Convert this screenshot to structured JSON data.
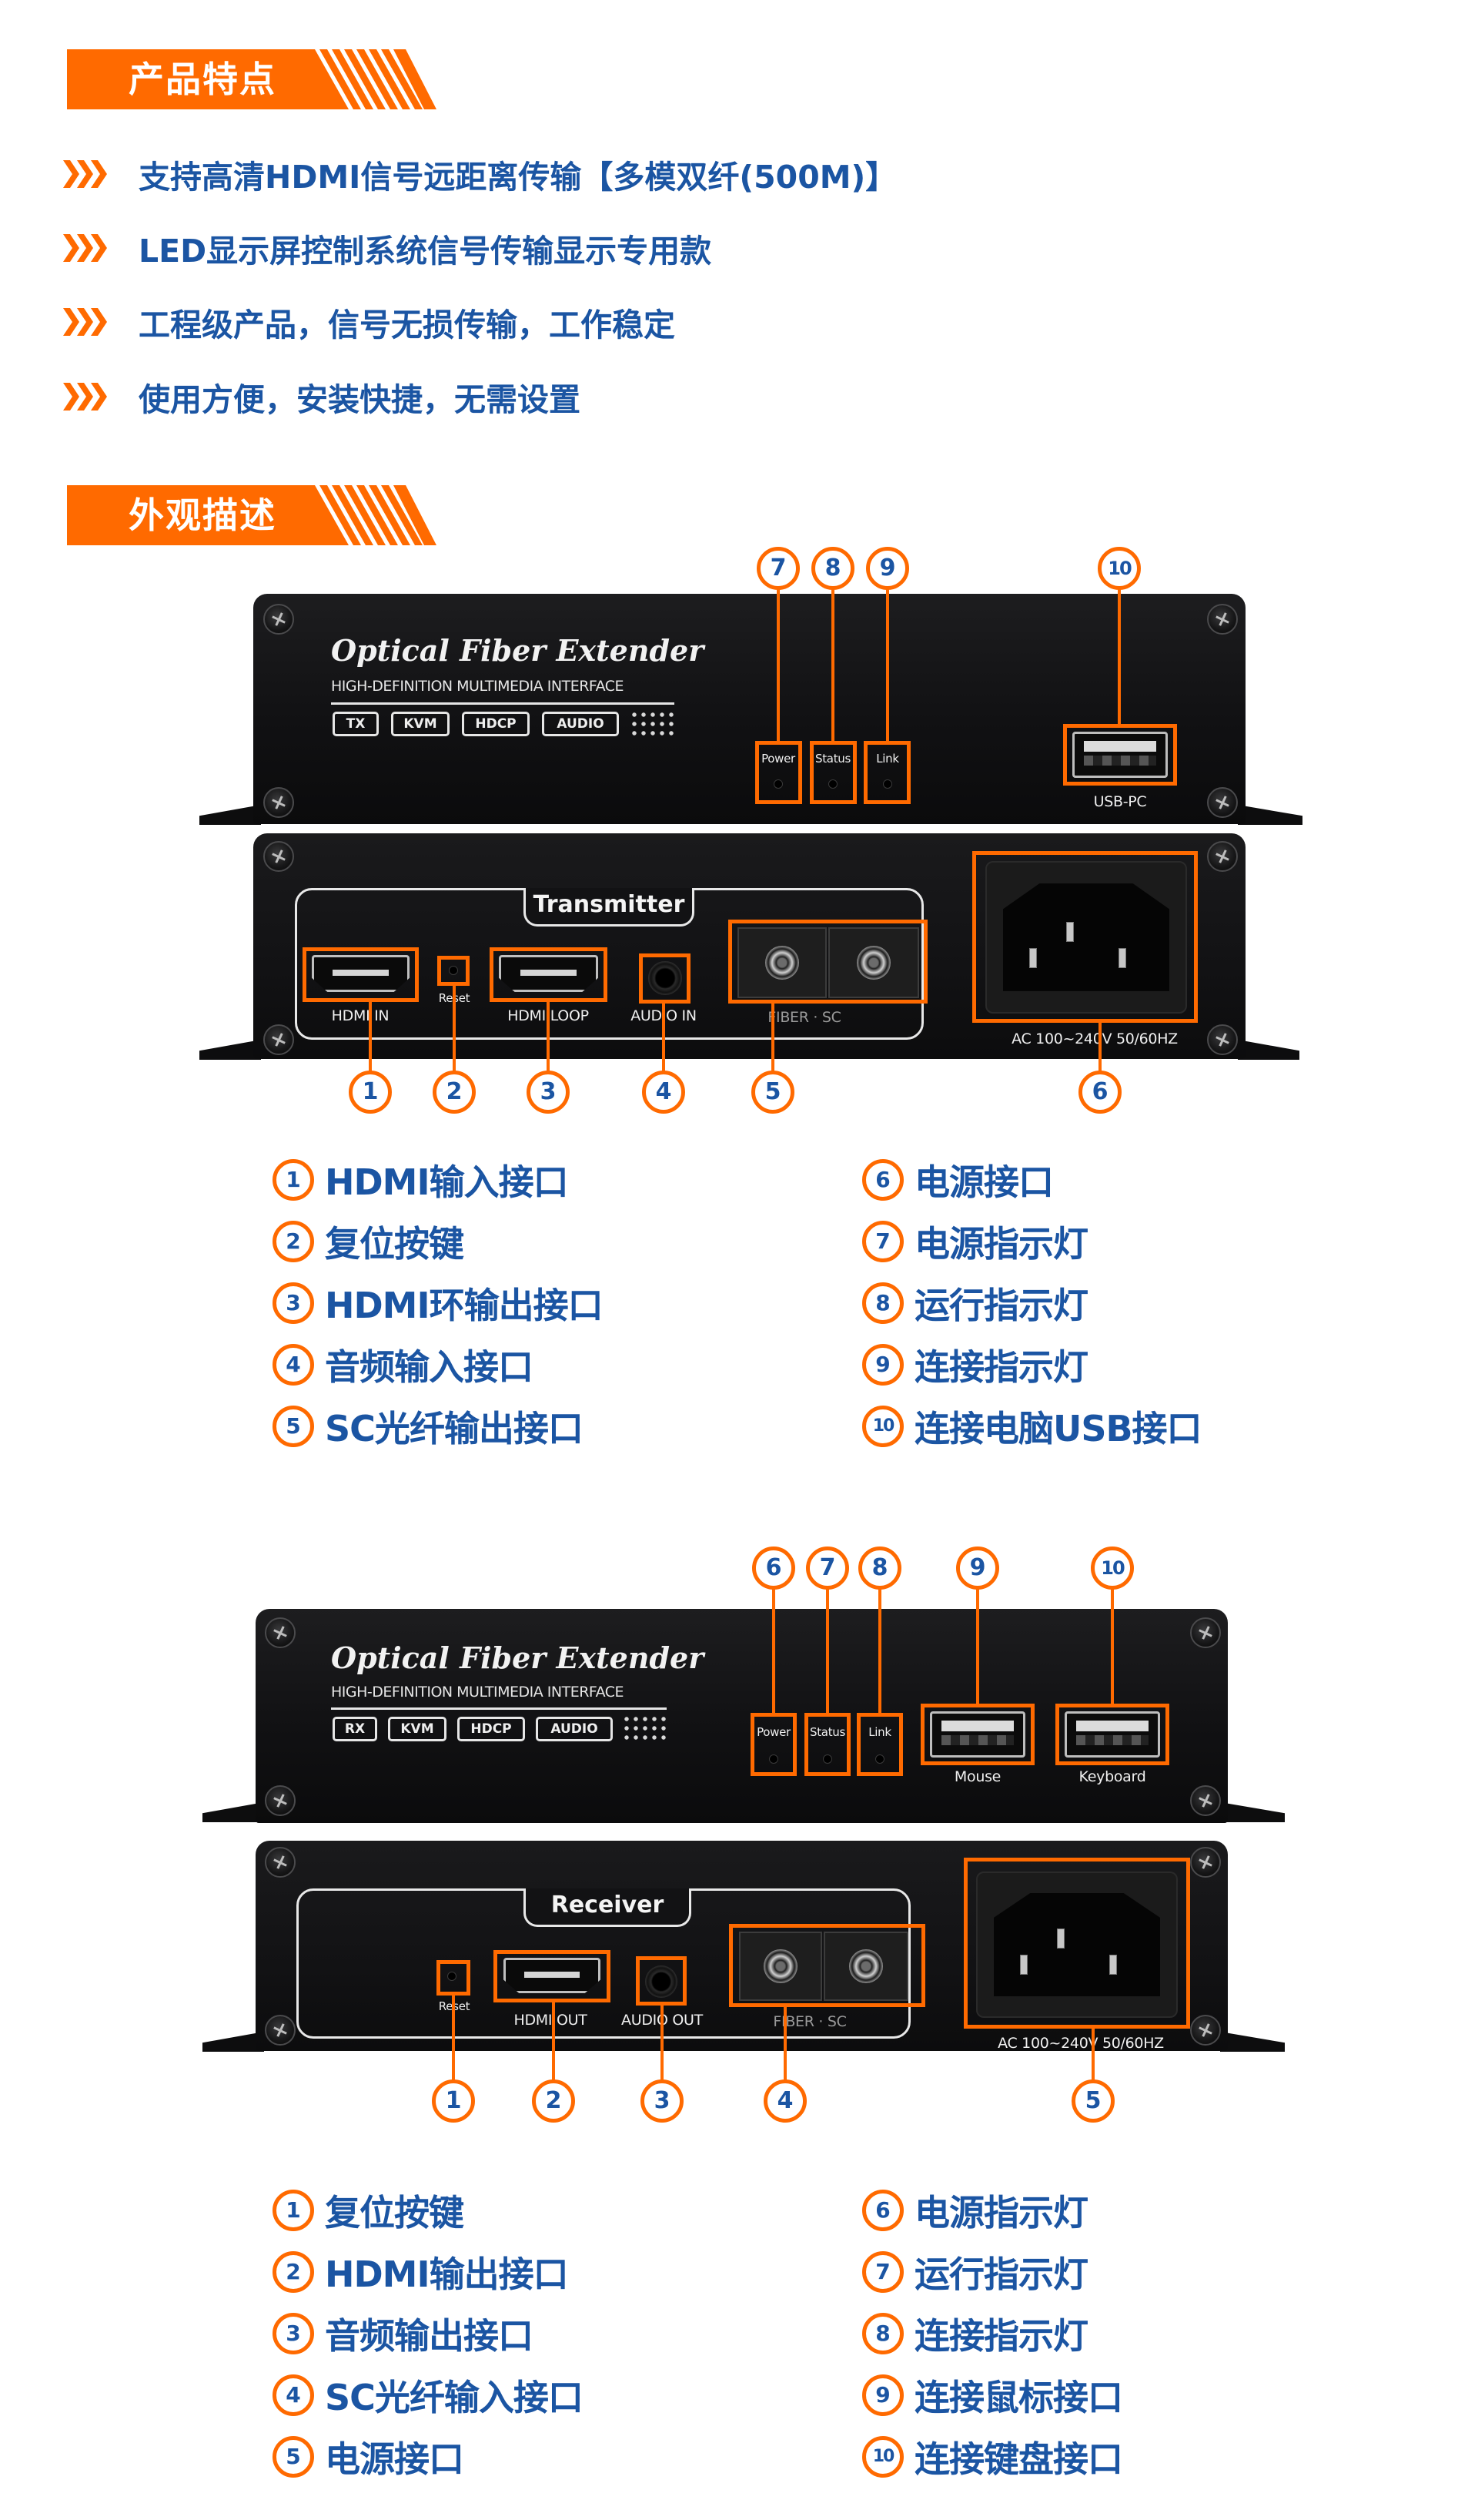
{
  "colors": {
    "accent": "#ff6a00",
    "text_blue": "#1b55a3",
    "panel": "#111113"
  },
  "sections": {
    "features_title": "产品特点",
    "appearance_title": "外观描述"
  },
  "features": [
    "支持高清HDMI信号远距离传输【多模双纤(500M)】",
    "LED显示屏控制系统信号传输显示专用款",
    "工程级产品，信号无损传输，工作稳定",
    "使用方便，安装快捷，无需设置"
  ],
  "bullet_icon": "triple-chevron-right-icon",
  "transmitter": {
    "front": {
      "brand": "Optical Fiber Extender",
      "subtitle": "HIGH-DEFINITION MULTIMEDIA INTERFACE",
      "tags": [
        "TX",
        "KVM",
        "HDCP",
        "AUDIO"
      ],
      "leds": [
        "Power",
        "Status",
        "Link"
      ],
      "usb_label": "USB-PC",
      "callouts": [
        "7",
        "8",
        "9",
        "10"
      ]
    },
    "rear": {
      "panel_title": "Transmitter",
      "ports": [
        "HDMI IN",
        "Reset",
        "HDMI LOOP",
        "AUDIO IN",
        "FIBER · SC"
      ],
      "power_label": "AC 100~240V 50/60HZ",
      "callouts": [
        "1",
        "2",
        "3",
        "4",
        "5",
        "6"
      ]
    },
    "legend": [
      {
        "num": "1",
        "text": "HDMI输入接口"
      },
      {
        "num": "2",
        "text": "复位按键"
      },
      {
        "num": "3",
        "text": "HDMI环输出接口"
      },
      {
        "num": "4",
        "text": "音频输入接口"
      },
      {
        "num": "5",
        "text": "SC光纤输出接口"
      },
      {
        "num": "6",
        "text": "电源接口"
      },
      {
        "num": "7",
        "text": "电源指示灯"
      },
      {
        "num": "8",
        "text": "运行指示灯"
      },
      {
        "num": "9",
        "text": "连接指示灯"
      },
      {
        "num": "10",
        "text": "连接电脑USB接口"
      }
    ]
  },
  "receiver": {
    "front": {
      "brand": "Optical Fiber Extender",
      "subtitle": "HIGH-DEFINITION MULTIMEDIA INTERFACE",
      "tags": [
        "RX",
        "KVM",
        "HDCP",
        "AUDIO"
      ],
      "leds": [
        "Power",
        "Status",
        "Link"
      ],
      "usb_labels": [
        "Mouse",
        "Keyboard"
      ],
      "callouts": [
        "6",
        "7",
        "8",
        "9",
        "10"
      ]
    },
    "rear": {
      "panel_title": "Receiver",
      "ports": [
        "Reset",
        "HDMI OUT",
        "AUDIO OUT",
        "FIBER · SC"
      ],
      "power_label": "AC 100~240V 50/60HZ",
      "callouts": [
        "1",
        "2",
        "3",
        "4",
        "5"
      ]
    },
    "legend": [
      {
        "num": "1",
        "text": "复位按键"
      },
      {
        "num": "2",
        "text": "HDMI输出接口"
      },
      {
        "num": "3",
        "text": "音频输出接口"
      },
      {
        "num": "4",
        "text": "SC光纤输入接口"
      },
      {
        "num": "5",
        "text": "电源接口"
      },
      {
        "num": "6",
        "text": "电源指示灯"
      },
      {
        "num": "7",
        "text": "运行指示灯"
      },
      {
        "num": "8",
        "text": "连接指示灯"
      },
      {
        "num": "9",
        "text": "连接鼠标接口"
      },
      {
        "num": "10",
        "text": "连接键盘接口"
      }
    ]
  }
}
